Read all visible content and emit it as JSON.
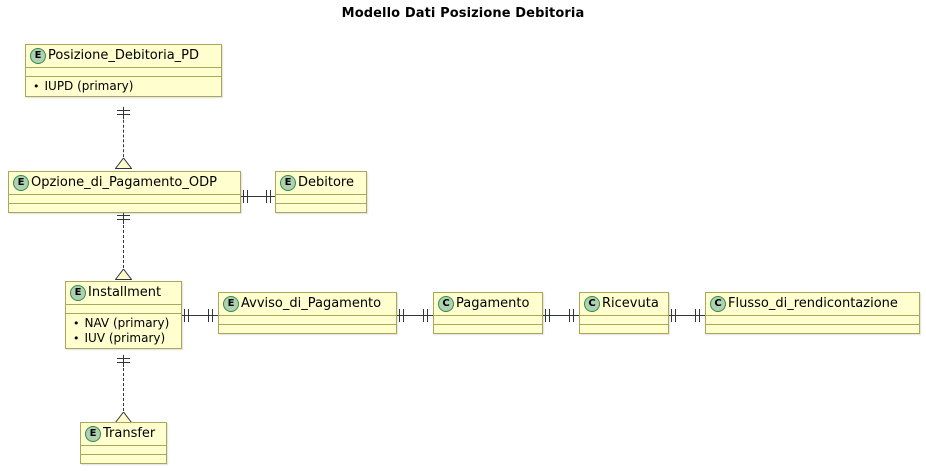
{
  "diagram": {
    "title": "Modello Dati Posizione Debitoria",
    "type": "uml-class-diagram",
    "background_color": "#FFFFFF",
    "box_fill_color": "#FEFECE",
    "box_border_color": "#A8A858",
    "stereotype_icon_fill": "#ADD1B2",
    "stereotype_icon_border": "#368A47",
    "line_color": "#33333A"
  },
  "entities": [
    {
      "id": "posizione_debitoria_pd",
      "name": "Posizione_Debitoria_PD",
      "stereotype": "E",
      "stereotype_icon": "entity-circle-icon",
      "attributes": [
        {
          "bullet": "•",
          "text": "IUPD (primary)"
        }
      ]
    },
    {
      "id": "opzione_di_pagamento_odp",
      "name": "Opzione_di_Pagamento_ODP",
      "stereotype": "E",
      "stereotype_icon": "entity-circle-icon",
      "attributes": []
    },
    {
      "id": "debitore",
      "name": "Debitore",
      "stereotype": "E",
      "stereotype_icon": "entity-circle-icon",
      "attributes": []
    },
    {
      "id": "installment",
      "name": "Installment",
      "stereotype": "E",
      "stereotype_icon": "entity-circle-icon",
      "attributes": [
        {
          "bullet": "•",
          "text": "NAV (primary)"
        },
        {
          "bullet": "•",
          "text": "IUV (primary)"
        }
      ]
    },
    {
      "id": "avviso_di_pagamento",
      "name": "Avviso_di_Pagamento",
      "stereotype": "E",
      "stereotype_icon": "entity-circle-icon",
      "attributes": []
    },
    {
      "id": "pagamento",
      "name": "Pagamento",
      "stereotype": "C",
      "stereotype_icon": "class-circle-icon",
      "attributes": []
    },
    {
      "id": "ricevuta",
      "name": "Ricevuta",
      "stereotype": "C",
      "stereotype_icon": "class-circle-icon",
      "attributes": []
    },
    {
      "id": "flusso_di_rendicontazione",
      "name": "Flusso_di_rendicontazione",
      "stereotype": "C",
      "stereotype_icon": "class-circle-icon",
      "attributes": []
    },
    {
      "id": "transfer",
      "name": "Transfer",
      "stereotype": "E",
      "stereotype_icon": "entity-circle-icon",
      "attributes": []
    }
  ],
  "relationships": [
    {
      "from": "posizione_debitoria_pd",
      "to": "opzione_di_pagamento_odp",
      "style": "dashed",
      "from_cardinality": "one-and-only-one",
      "to_end": "hollow-triangle"
    },
    {
      "from": "opzione_di_pagamento_odp",
      "to": "installment",
      "style": "dashed",
      "from_cardinality": "one-and-only-one",
      "to_end": "hollow-triangle"
    },
    {
      "from": "opzione_di_pagamento_odp",
      "to": "debitore",
      "style": "solid",
      "from_cardinality": "one-and-only-one",
      "to_cardinality": "one-and-only-one"
    },
    {
      "from": "installment",
      "to": "avviso_di_pagamento",
      "style": "solid",
      "from_cardinality": "one-and-only-one",
      "to_cardinality": "one-and-only-one"
    },
    {
      "from": "avviso_di_pagamento",
      "to": "pagamento",
      "style": "solid",
      "from_cardinality": "one-and-only-one",
      "to_cardinality": "one-and-only-one"
    },
    {
      "from": "pagamento",
      "to": "ricevuta",
      "style": "solid",
      "from_cardinality": "one-and-only-one",
      "to_cardinality": "one-and-only-one"
    },
    {
      "from": "ricevuta",
      "to": "flusso_di_rendicontazione",
      "style": "solid",
      "from_cardinality": "one-and-only-one",
      "to_cardinality": "one-and-only-one"
    },
    {
      "from": "installment",
      "to": "transfer",
      "style": "dashed",
      "from_cardinality": "one-and-only-one",
      "to_end": "hollow-triangle"
    }
  ]
}
